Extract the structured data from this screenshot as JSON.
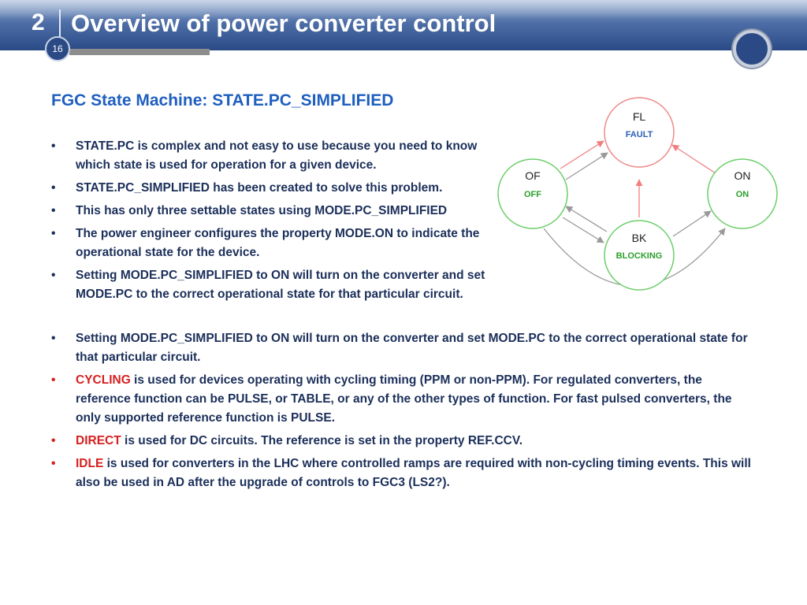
{
  "header": {
    "section_number": "2",
    "title": "Overview of power converter control",
    "page_number": "16"
  },
  "slide": {
    "subtitle": "FGC State Machine: STATE.PC_SIMPLIFIED",
    "bullets_top": [
      "STATE.PC is complex and not easy to use because you need to know which state is used for operation for a given device.",
      "STATE.PC_SIMPLIFIED has been created to solve this problem.",
      "This has only three settable states using MODE.PC_SIMPLIFIED",
      "The power engineer configures the property MODE.ON to indicate the operational state for the device.",
      "Setting MODE.PC_SIMPLIFIED to ON will turn on the converter and set MODE.PC to the correct operational state for that particular circuit."
    ],
    "bullets_bottom": [
      {
        "keyword": "",
        "text": "Setting MODE.PC_SIMPLIFIED to ON will turn on the converter and set MODE.PC to the correct operational state for that particular circuit."
      },
      {
        "keyword": "CYCLING",
        "text": " is used for devices operating with cycling timing (PPM or non-PPM). For regulated converters, the reference function can be PULSE, or TABLE, or any of the other types of function. For fast pulsed converters, the only supported reference function is PULSE."
      },
      {
        "keyword": "DIRECT",
        "text": " is used for DC circuits. The reference is set in the property REF.CCV."
      },
      {
        "keyword": "IDLE",
        "text": " is used for converters in the LHC where controlled ramps are required with non-cycling timing events. This will also be used in AD after the upgrade of controls to FGC3 (LS2?)."
      }
    ]
  },
  "diagram": {
    "states": {
      "fl": {
        "code": "FL",
        "name": "FAULT",
        "name_color": "#2b5fb8"
      },
      "of": {
        "code": "OF",
        "name": "OFF",
        "name_color": "#2ba02b"
      },
      "on": {
        "code": "ON",
        "name": "ON",
        "name_color": "#2ba02b"
      },
      "bk": {
        "code": "BK",
        "name": "BLOCKING",
        "name_color": "#2ba02b"
      }
    },
    "colors": {
      "fault_border": "#ef8a8a",
      "state_border": "#6ccf6c",
      "arrow_red": "#f08080",
      "arrow_grey": "#999999",
      "keyword_red": "#d61f1f",
      "title_blue": "#1f5fbf",
      "header_blue": "#2b4a85"
    }
  }
}
